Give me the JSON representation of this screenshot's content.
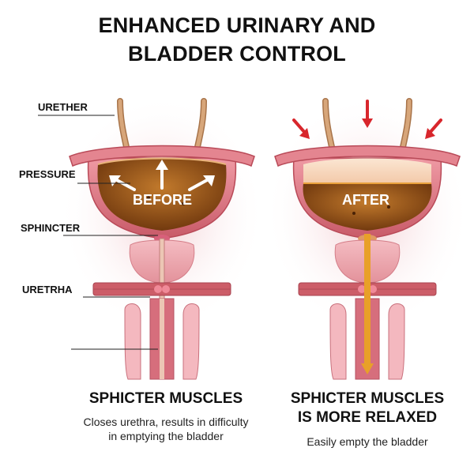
{
  "title": {
    "line1": "ENHANCED URINARY AND",
    "line2": "BLADDER CONTROL"
  },
  "labels": {
    "urether": "URETHER",
    "pressure": "PRESSURE",
    "sphincter": "SPHINCTER",
    "uretrha": "URETRHA"
  },
  "before": {
    "badge": "BEFORE",
    "heading": "SPHICTER MUSCLES",
    "description": "Closes urethra, results in difficulty in emptying the bladder"
  },
  "after": {
    "badge": "AFTER",
    "heading_line1": "SPHICTER MUSCLES",
    "heading_line2": "IS MORE RELAXED",
    "description": "Easily empty the bladder"
  },
  "colors": {
    "wall": "#e07a87",
    "wall_dark": "#c24e5e",
    "muscle": "#c9575f",
    "urine": "#b0621b",
    "urine_dark": "#7a3e0e",
    "ureter": "#c9986c",
    "prostate": "#f0aeb5",
    "arrow_red": "#d8262c",
    "flow": "#e8a028"
  }
}
